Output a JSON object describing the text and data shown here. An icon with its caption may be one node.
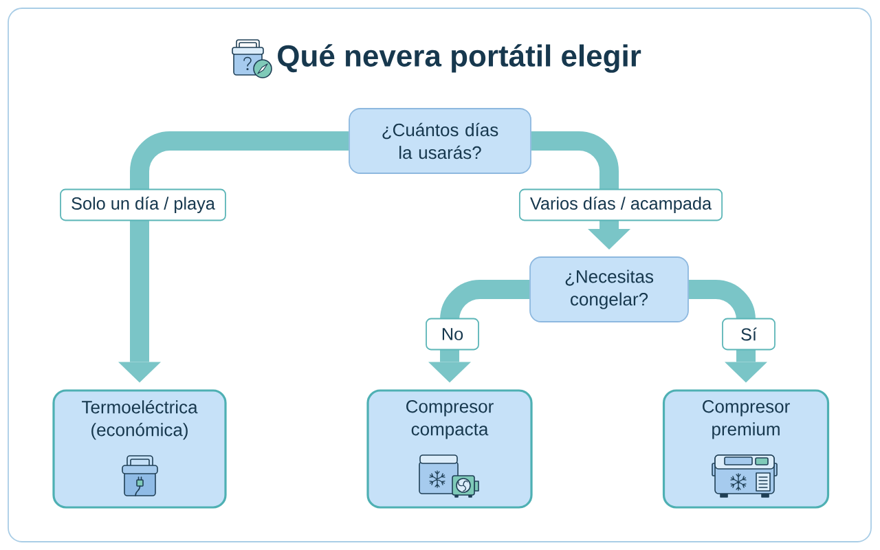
{
  "diagram": {
    "title": "Qué nevera portátil elegir",
    "nodes": [
      {
        "text": [
          "¿Cuántos días la usarás?"
        ]
      },
      {
        "text": [
          "¿Necesitas congelar?"
        ]
      },
      {
        "text": [
          "Termoeléctrica (económica)"
        ]
      },
      {
        "text": [
          "Compresor compacta"
        ]
      },
      {
        "text": [
          "Compresor premium"
        ]
      }
    ],
    "edges": [
      {
        "from": 0,
        "to": 2,
        "arrow": "to",
        "label": "Solo un día / playa"
      },
      {
        "from": 0,
        "to": 1,
        "arrow": "to",
        "label": "Varios días / acampada"
      },
      {
        "from": 1,
        "to": 3,
        "arrow": "to",
        "label": "No"
      },
      {
        "from": 1,
        "to": 4,
        "arrow": "to",
        "label": "Sí"
      }
    ]
  }
}
